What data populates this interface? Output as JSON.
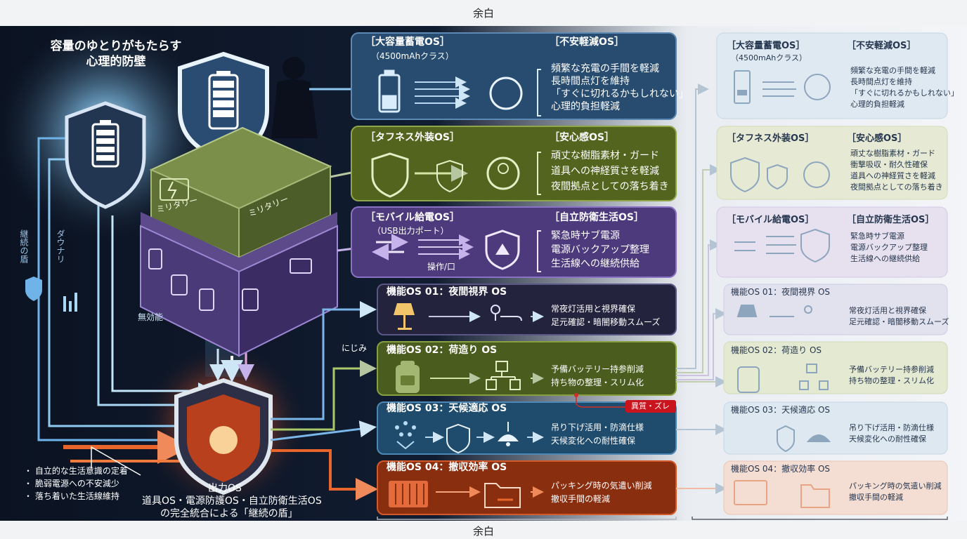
{
  "margin_top": "余白",
  "margin_bottom": "余白",
  "left": {
    "title_line1": "容量のゆとりがもたらす",
    "title_line2": "心理的防壁",
    "vertical_label1": "継続の盾",
    "vertical_label2": "ダウナリ",
    "invalid_label": "無効能",
    "bullets": [
      "・ 自立的な生活意識の定着",
      "・ 脆弱電源への不安減少",
      "・ 落ち着いた生活線維持"
    ],
    "output_title": "出力OS",
    "output_line2": "道具OS・電源防護OS・自立防衛生活OS",
    "output_line3": "の完全統合による「継続の盾」"
  },
  "cube": {
    "top_face_text": "ミリタリー",
    "side_text": "ミリタリー"
  },
  "os_panels": [
    {
      "input_title": "［大容量蓄電OS］",
      "input_sub": "（4500mAhクラス）",
      "output_title": "［不安軽減OS］",
      "lines": [
        "頻繁な充電の手間を軽減",
        "長時間点灯を維持",
        "「すぐに切れるかもしれない」",
        "心理的負担軽減"
      ]
    },
    {
      "input_title": "［タフネス外装OS］",
      "input_sub": "",
      "output_title": "［安心感OS］",
      "lines": [
        "頑丈な樹脂素材・ガード",
        "道具への神経質さを軽減",
        "夜間拠点としての落ち着き"
      ]
    },
    {
      "input_title": "［モバイル給電OS］",
      "input_sub": "（USB出力ポート）",
      "output_title": "［自立防衛生活OS］",
      "lines": [
        "緊急時サブ電源",
        "電源バックアップ整理",
        "生活線への継続供給"
      ],
      "extra": "操作/口"
    }
  ],
  "func_panels": [
    {
      "title": "機能OS 01：夜間視界 OS",
      "lines": [
        "常夜灯活用と視界確保",
        "足元確認・暗闇移動スムーズ"
      ]
    },
    {
      "title": "機能OS 02：荷造り OS",
      "lines": [
        "予備バッテリー持参削減",
        "持ち物の整理・スリム化"
      ]
    },
    {
      "title": "機能OS 03：天候適応 OS",
      "lines": [
        "吊り下げ活用・防滴仕様",
        "天候変化への耐性確保"
      ]
    },
    {
      "title": "機能OS 04：撤収効率 OS",
      "lines": [
        "パッキング時の気遣い削減",
        "撤収手間の軽減"
      ]
    }
  ],
  "nijimi_label": "にじみ",
  "misalign_label": "異質・ズレ",
  "ghost": {
    "os_panels": [
      {
        "input_title": "［大容量蓄電OS］",
        "input_sub": "（4500mAhクラス）",
        "output_title": "［不安軽減OS］",
        "lines": [
          "頻繁な充電の手間を軽減",
          "長時間点灯を維持",
          "「すぐに切れるかもしれない」",
          "心理的負担軽減"
        ]
      },
      {
        "input_title": "［タフネス外装OS］",
        "output_title": "［安心感OS］",
        "lines": [
          "頑丈な樹脂素材・ガード",
          "衝撃吸収・耐久性確保",
          "道具への神経質さを軽減",
          "夜間拠点としての落ち着き"
        ]
      },
      {
        "input_title": "［モバイル給電OS］",
        "output_title": "［自立防衛生活OS］",
        "lines": [
          "緊急時サブ電源",
          "電源バックアップ整理",
          "生活線への継続供給"
        ]
      }
    ],
    "func_panels": [
      {
        "title": "機能OS 01：夜間視界 OS",
        "lines": [
          "常夜灯活用と視界確保",
          "足元確認・暗闇移動スムーズ"
        ]
      },
      {
        "title": "機能OS 02：荷造り OS",
        "lines": [
          "予備バッテリー持参削減",
          "持ち物の整理・スリム化"
        ]
      },
      {
        "title": "機能OS 03：天候適応 OS",
        "lines": [
          "吊り下げ活用・防滴仕様",
          "天候変化への耐性確保"
        ]
      },
      {
        "title": "機能OS 04：撤収効率 OS",
        "lines": [
          "パッキング時の気遣い削減",
          "撤収手間の軽減"
        ]
      }
    ]
  },
  "colors": {
    "blue": "#3f6f99",
    "green": "#6b7f2c",
    "purple": "#6a4f9c",
    "night": "#2a2a48",
    "orange": "#c2491e",
    "glow": "#8fd4ff"
  }
}
